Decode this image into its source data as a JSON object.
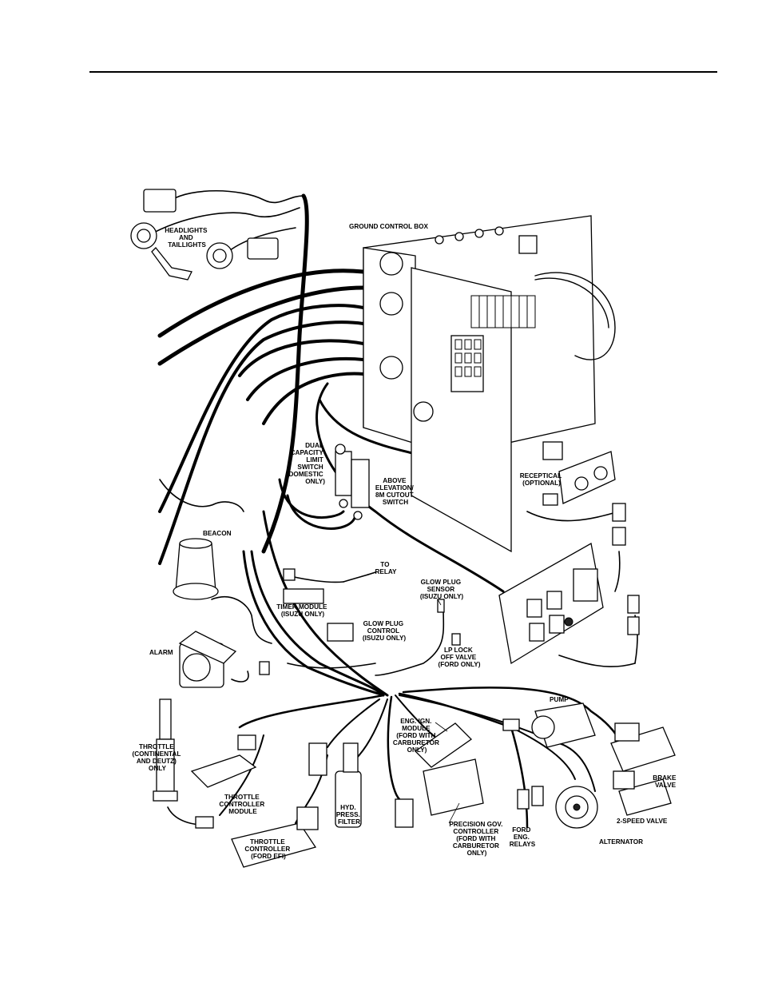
{
  "labels": {
    "headlights": [
      "HEADLIGHTS",
      "AND",
      "TAILLIGHTS"
    ],
    "ground_control_box": [
      "GROUND CONTROL BOX"
    ],
    "dual_capacity": [
      "DUAL",
      "CAPACITY",
      "LIMIT",
      "SWITCH",
      "(DOMESTIC",
      "ONLY)"
    ],
    "above_elevation": [
      "ABOVE",
      "ELEVATION/",
      "8M CUTOUT",
      "SWITCH"
    ],
    "receptical": [
      "RECEPTICAL",
      "(OPTIONAL)"
    ],
    "beacon": [
      "BEACON"
    ],
    "to_relay": [
      "TO",
      "RELAY"
    ],
    "glow_plug_sensor": [
      "GLOW PLUG",
      "SENSOR",
      "(ISUZU ONLY)"
    ],
    "timer_module": [
      "TIMER MODULE",
      "(ISUZU ONLY)"
    ],
    "glow_plug_control": [
      "GLOW PLUG",
      "CONTROL",
      "(ISUZU ONLY)"
    ],
    "alarm": [
      "ALARM"
    ],
    "lp_lock": [
      "LP LOCK",
      "OFF VALVE",
      "(FORD ONLY)"
    ],
    "pump": [
      "PUMP"
    ],
    "throttle": [
      "THROTTLE",
      "(CONTINENTAL",
      "AND DEUTZ)",
      "ONLY"
    ],
    "eng_ign_module": [
      "ENG. IGN.",
      "MODULE",
      "(FORD WITH",
      "CARBURETOR",
      "ONLY)"
    ],
    "brake_valve": [
      "BRAKE",
      "VALVE"
    ],
    "throttle_controller_module": [
      "THROTTLE",
      "CONTROLLER",
      "MODULE"
    ],
    "hyd_press_filter": [
      "HYD.",
      "PRESS.",
      "FILTER"
    ],
    "two_speed_valve": [
      "2-SPEED VALVE"
    ],
    "precision_gov": [
      "PRECISION GOV.",
      "CONTROLLER",
      "(FORD WITH",
      "CARBURETOR",
      "ONLY)"
    ],
    "ford_eng_relays": [
      "FORD",
      "ENG.",
      "RELAYS"
    ],
    "alternator": [
      "ALTERNATOR"
    ],
    "throttle_controller_efi": [
      "THROTTLE",
      "CONTROLLER",
      "(FORD EFI)"
    ]
  }
}
